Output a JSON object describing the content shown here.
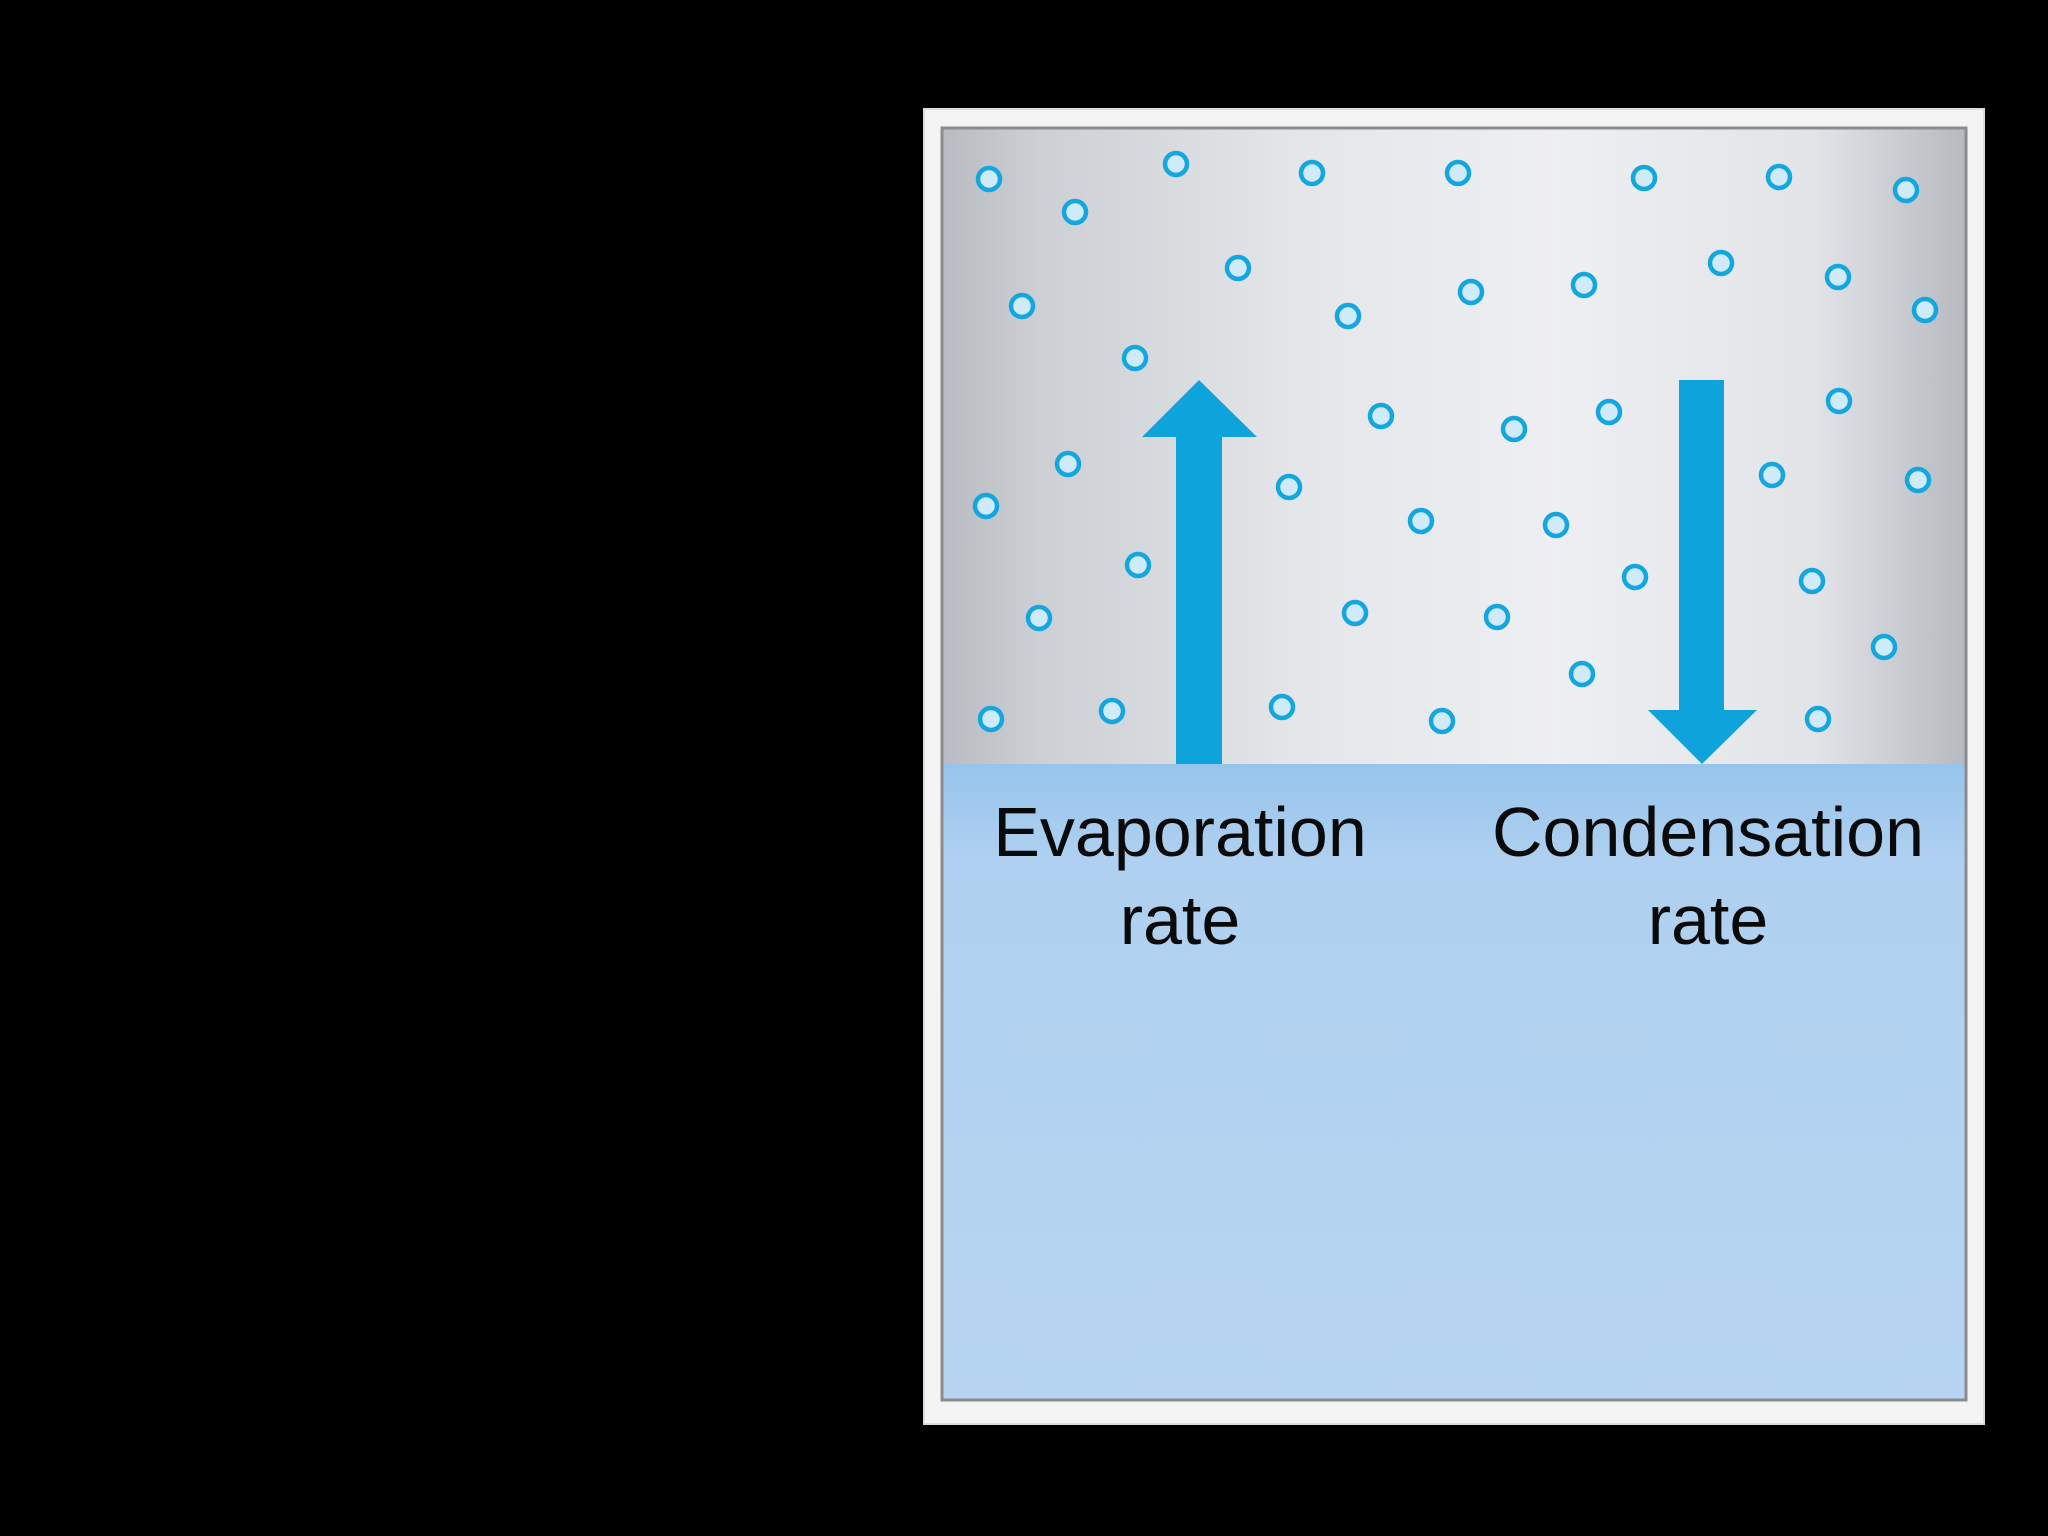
{
  "diagram": {
    "labels": {
      "evaporation_line1": "Evaporation",
      "evaporation_line2": "rate",
      "condensation_line1": "Condensation",
      "condensation_line2": "rate"
    },
    "colors": {
      "background": "#000000",
      "frame_outer": "#f4f4f4",
      "frame_border": "#888888",
      "vapor_edge": "#b8bcc2",
      "vapor_center": "#eeeff2",
      "liquid_top": "#96c4ec",
      "liquid": "#b5d3f1",
      "arrow": "#0fa3dc",
      "molecule_stroke": "#14a6de",
      "molecule_fill": "#cfeaf8",
      "label_text": "#0a0a0a"
    },
    "icons": {
      "evaporation_arrow": "arrow-up-icon",
      "condensation_arrow": "arrow-down-icon",
      "molecule": "vapor-molecule-icon"
    }
  }
}
